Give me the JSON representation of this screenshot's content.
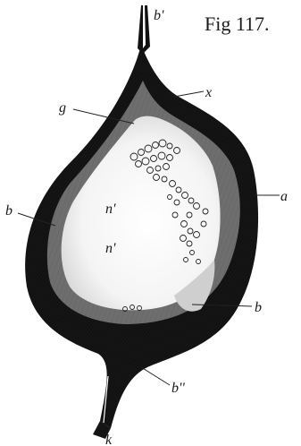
{
  "figure": {
    "title": "Fig 117.",
    "labels": {
      "b_prime": "b'",
      "x": "x",
      "g": "g",
      "a": "a",
      "b_left": "b",
      "n_prime_1": "n'",
      "n_prime_2": "n'",
      "b_right": "b",
      "b_double_prime": "b''",
      "k": "k"
    }
  },
  "colors": {
    "ink": "#1a1a1a",
    "paper": "#ffffff",
    "shade": "#8a8a8a",
    "light_shade": "#d6d6d6"
  }
}
